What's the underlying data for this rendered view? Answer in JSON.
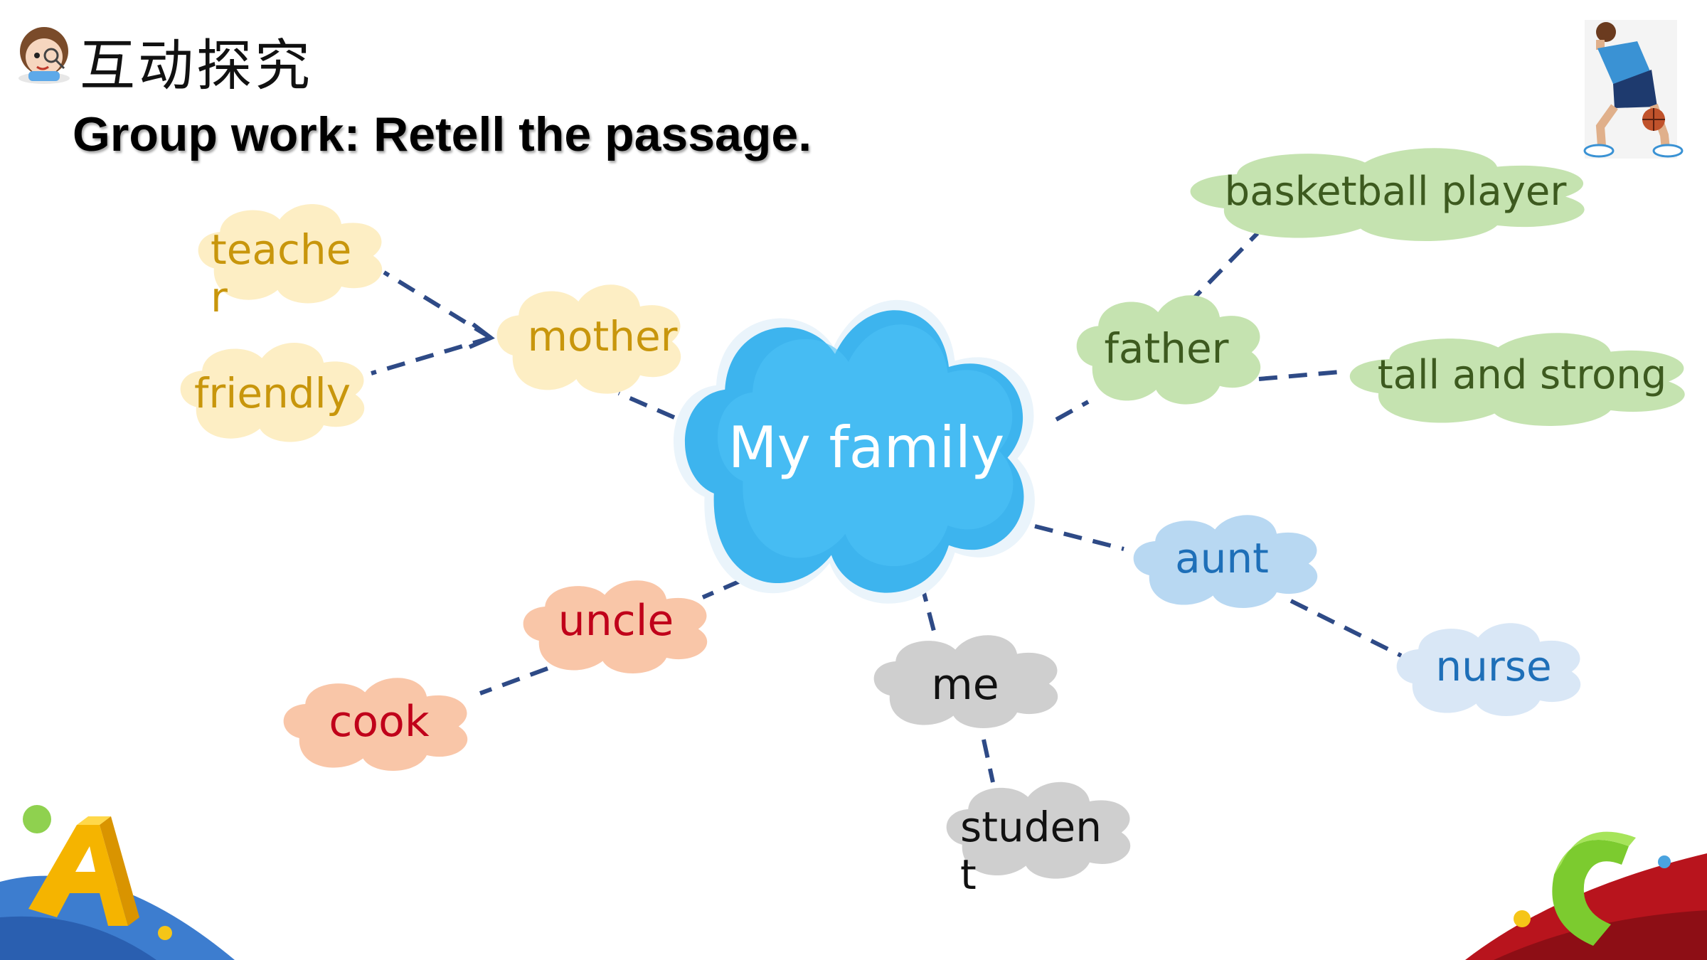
{
  "header": {
    "title": "互动探究"
  },
  "subtitle": "Group work: Retell the passage.",
  "mindmap": {
    "center": "My family",
    "nodes": {
      "mother": "mother",
      "teacher": "teacher",
      "friendly": "friendly",
      "father": "father",
      "basketball_player": "basketball player",
      "tall_and_strong": "tall and strong",
      "aunt": "aunt",
      "nurse": "nurse",
      "uncle": "uncle",
      "cook": "cook",
      "me": "me",
      "student": "student"
    }
  },
  "colors": {
    "center_cloud": "#3cb6f0",
    "yellow_cloud": "#fdeec4",
    "yellow_text": "#c8960c",
    "green_cloud": "#c5e3b0",
    "green_text": "#3d5a1f",
    "blue_cloud": "#b8d8f2",
    "blue_text": "#1e6fb8",
    "blue_light_cloud": "#d9e7f6",
    "salmon_cloud": "#f9c6a8",
    "red_text": "#c0001a",
    "gray_cloud": "#cfcfcf",
    "connector": "#2e4a86"
  }
}
